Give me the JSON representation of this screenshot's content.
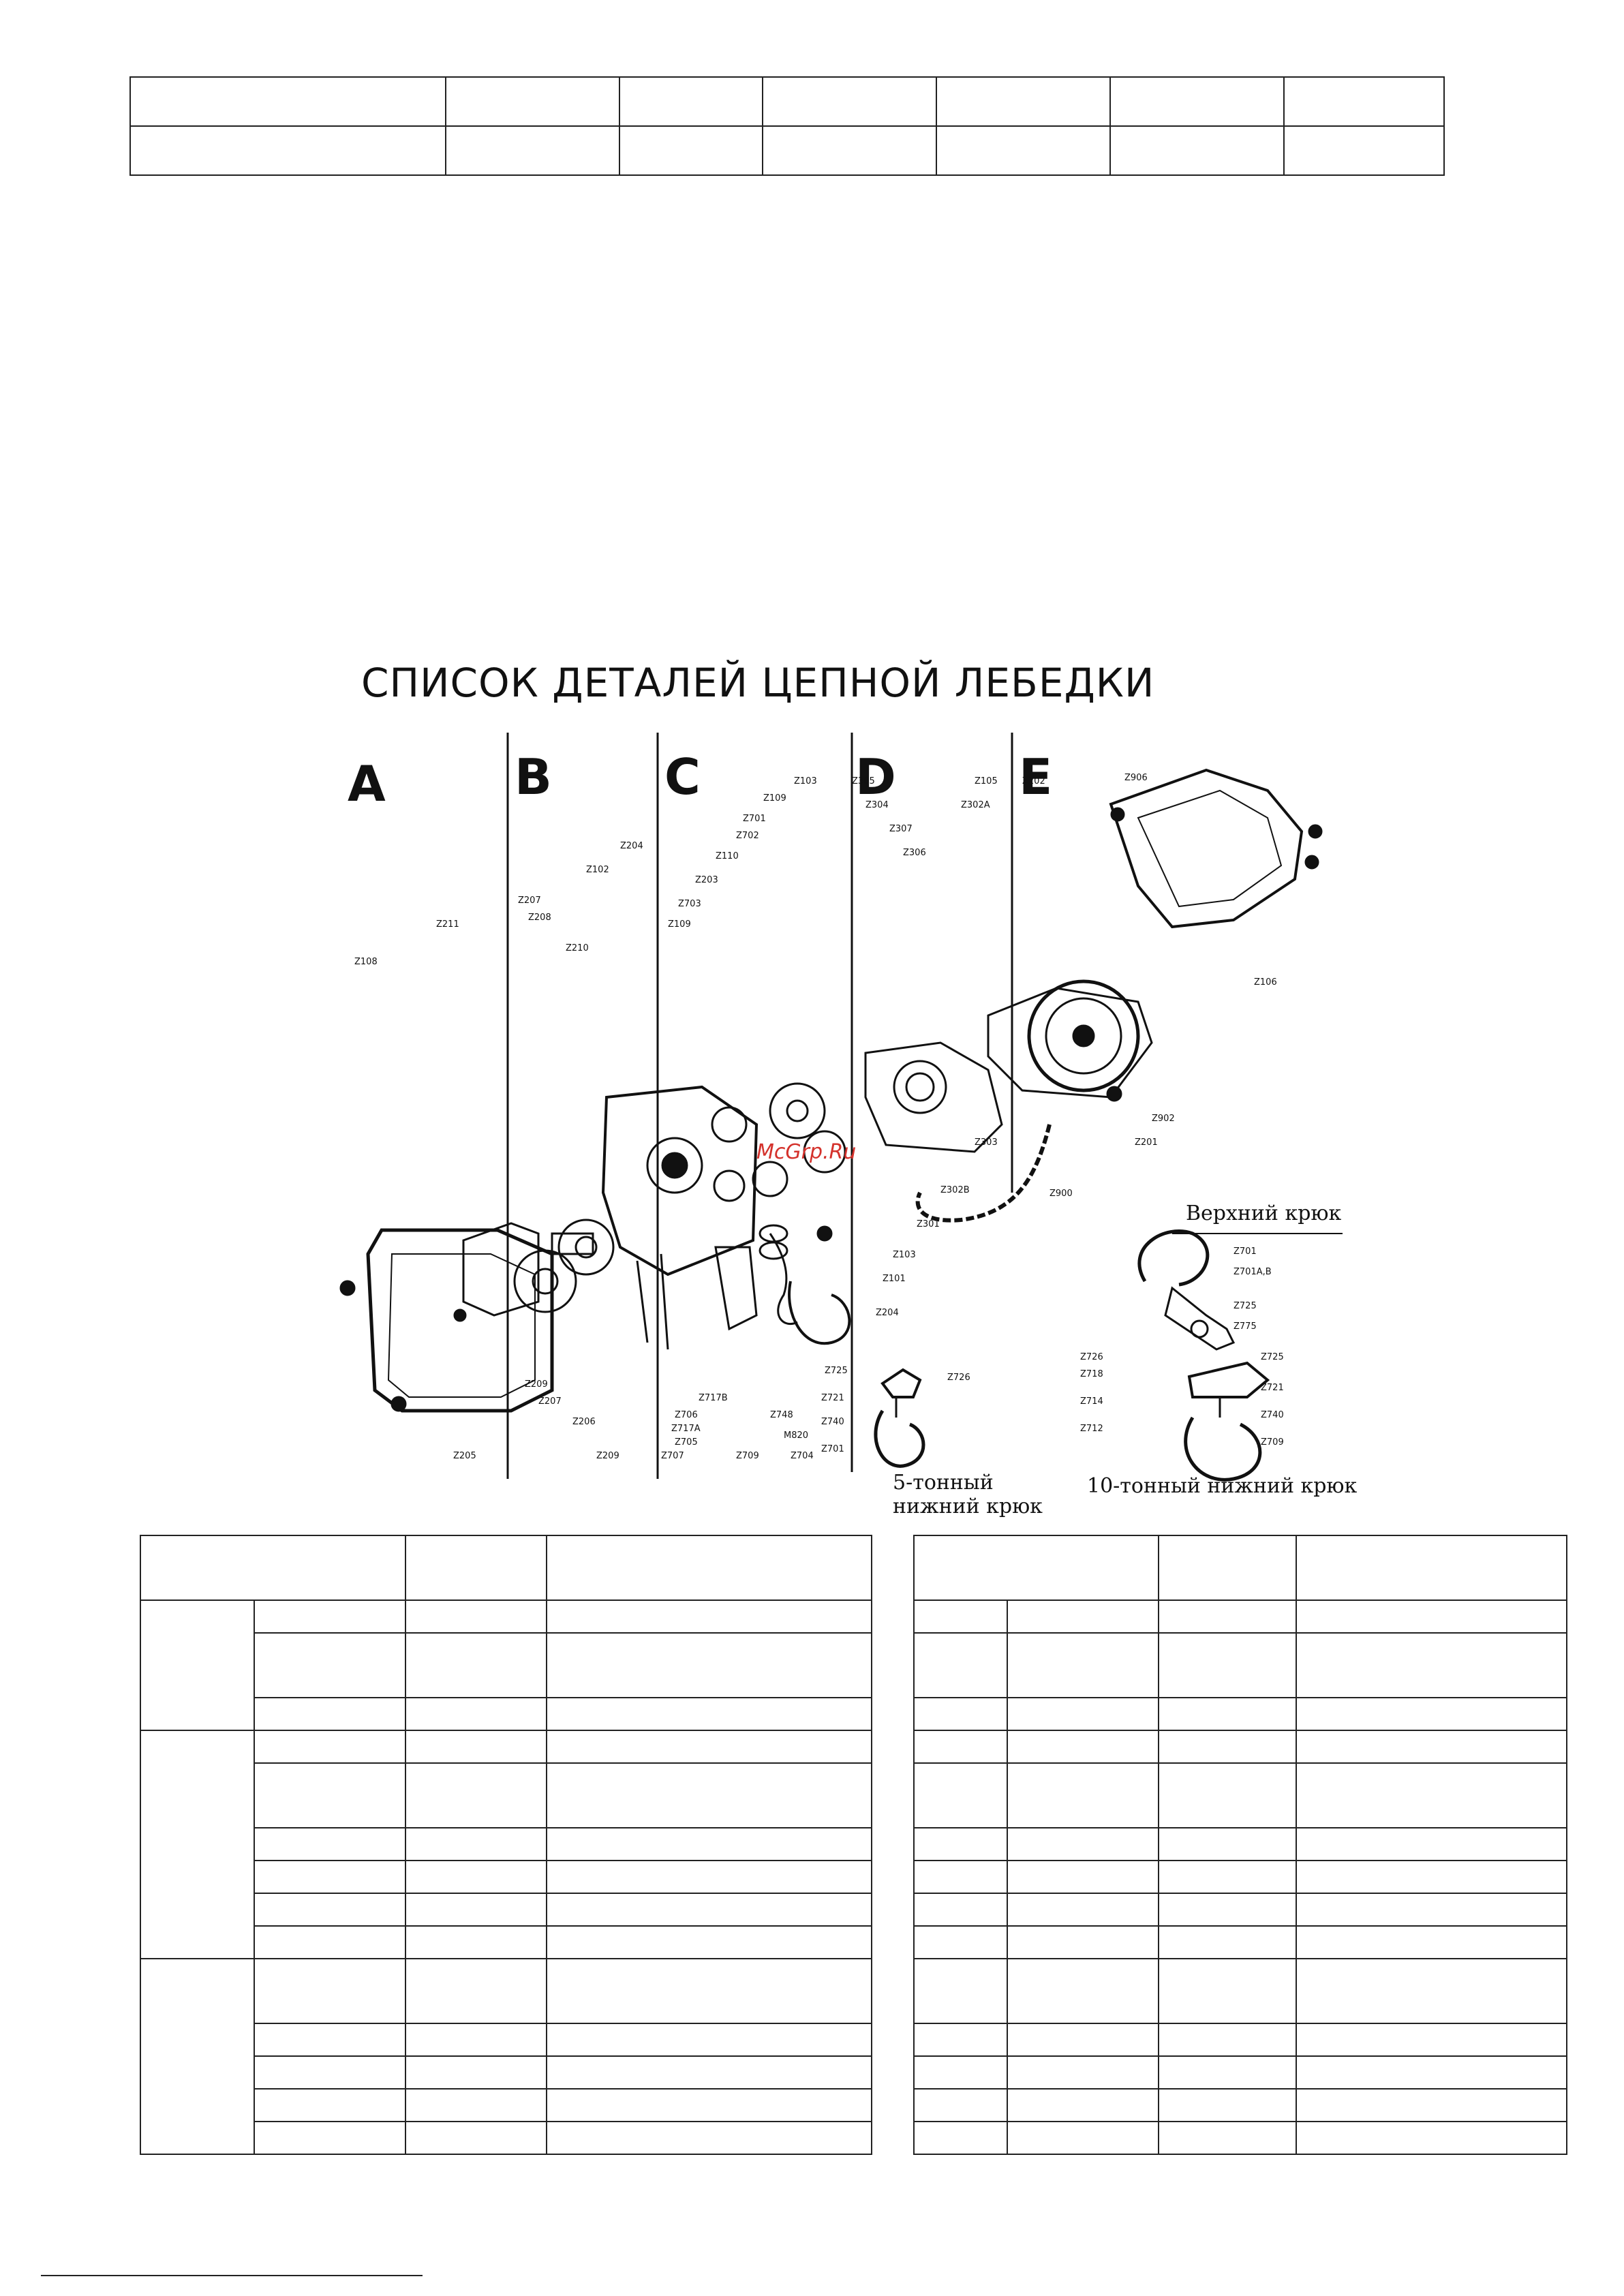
{
  "title": "СПИСОК ДЕТАЛЕЙ ЦЕПНОЙ ЛЕБЕДКИ",
  "sections": [
    "A",
    "B",
    "C",
    "D",
    "E"
  ],
  "watermark": "McGrp.Ru",
  "captions": {
    "upper_hook": "Верхний крюк",
    "hook_5t_line1": "5-тонный",
    "hook_5t_line2": "нижний крюк",
    "hook_10t": "10-тонный нижний крюк"
  },
  "part_labels": {
    "z108": "Z108",
    "z211": "Z211",
    "z207a": "Z207",
    "z208": "Z208",
    "z210": "Z210",
    "z102": "Z102",
    "z204a": "Z204",
    "z109a": "Z109",
    "z703a": "Z703",
    "z203": "Z203",
    "z110": "Z110",
    "z702": "Z702",
    "z701a": "Z701",
    "z109b": "Z109",
    "z103a": "Z103",
    "z305": "Z305",
    "z304": "Z304",
    "z307": "Z307",
    "z306": "Z306",
    "z105": "Z105",
    "z302a": "Z302A",
    "z202": "Z202",
    "z906": "Z906",
    "z106": "Z106",
    "z902": "Z902",
    "z201": "Z201",
    "z900": "Z900",
    "z303": "Z303",
    "z302b": "Z302B",
    "z301": "Z301",
    "z103b": "Z103",
    "z101": "Z101",
    "z204b": "Z204",
    "z205": "Z205",
    "z209a": "Z209",
    "z206": "Z206",
    "z207b": "Z207",
    "z209b": "Z209",
    "z717b": "Z717B",
    "z706": "Z706",
    "z717a": "Z717A",
    "z705": "Z705",
    "z707": "Z707",
    "z709": "Z709",
    "z748": "Z748",
    "m820": "M820",
    "z704": "Z704",
    "u701": "Z701",
    "u701ab": "Z701A,B",
    "u725": "Z725",
    "u775": "Z775",
    "f725": "Z725",
    "f726": "Z726",
    "f721": "Z721",
    "f740": "Z740",
    "f701": "Z701",
    "t726": "Z726",
    "t725": "Z725",
    "t718": "Z718",
    "t721": "Z721",
    "t714": "Z714",
    "t740": "Z740",
    "t712": "Z712",
    "t709": "Z709"
  },
  "colors": {
    "ink": "#111111",
    "watermark": "#d4322c"
  }
}
